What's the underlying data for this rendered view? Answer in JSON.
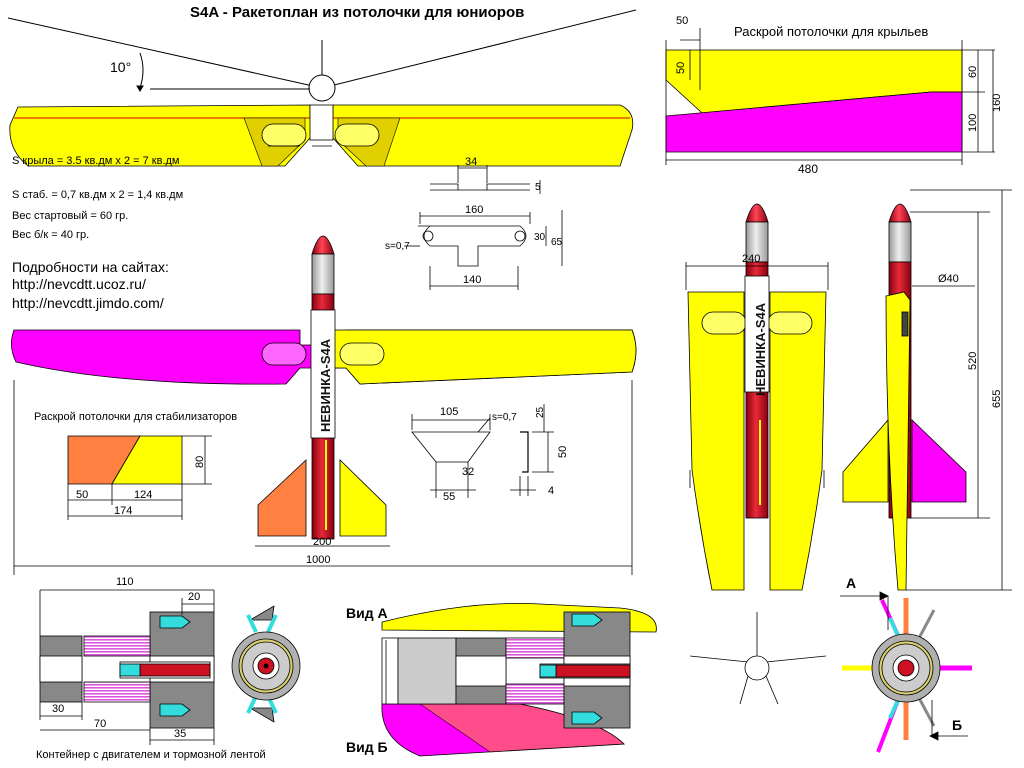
{
  "title": "S4A - Ракетоплан из потолочки для юниоров",
  "angle_label": "10°",
  "specs": [
    "S крыла = 3.5 кв.дм x 2 = 7 кв.дм",
    "S стаб. = 0,7 кв.дм x 2 = 1,4 кв.дм",
    "Вес стартовый = 60 гр.",
    "Вес б/к = 40 гр."
  ],
  "links": {
    "heading": "Подробности на сайтах:",
    "items": [
      "http://nevcdtt.ucoz.ru/",
      "http://nevcdtt.jimdo.com/"
    ]
  },
  "rocket_name": "НЕВИНКА-S4A",
  "wing_layout": {
    "title": "Раскрой потолочки для крыльев",
    "dims": {
      "top": "50",
      "left": "50",
      "r1": "60",
      "r2": "100",
      "total": "160",
      "length": "480"
    }
  },
  "stab_layout": {
    "title": "Раскрой потолочки для стабилизаторов",
    "dims": {
      "height": "80",
      "a": "50",
      "b": "124",
      "total": "174"
    }
  },
  "pylon": {
    "d34": "34",
    "d5": "5",
    "d160": "160",
    "s": "s=0,7",
    "d30": "30",
    "d65": "65",
    "d140": "140"
  },
  "clip": {
    "d105": "105",
    "s": "s=0,7",
    "d25": "25",
    "d50": "50",
    "d32": "32",
    "d55": "55",
    "d4": "4"
  },
  "front_view": {
    "d200": "200",
    "d1000": "1000"
  },
  "side_view": {
    "d240": "240",
    "d40": "Ø40",
    "d520": "520",
    "d655": "655"
  },
  "container": {
    "d110": "110",
    "d20": "20",
    "d30": "30",
    "d70": "70",
    "d35": "35",
    "caption": "Контейнер с двигателем и тормозной лентой"
  },
  "views": {
    "a": "Вид А",
    "b": "Вид Б",
    "A": "А",
    "B": "Б"
  },
  "colors": {
    "yellow": "#ffff00",
    "magenta": "#ff00ff",
    "orange": "#ff8040",
    "red": "#cc1122",
    "cyan": "#33dddd",
    "gray": "#888888",
    "pink_stripes": "#dd55dd"
  }
}
